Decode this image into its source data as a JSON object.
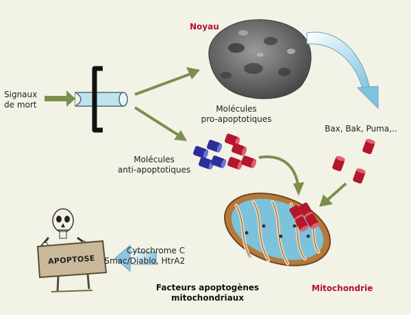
{
  "labels": {
    "signaux_line1": "Signaux",
    "signaux_line2": "de mort",
    "noyau": "Noyau",
    "pro_line1": "Molécules",
    "pro_line2": "pro-apoptotiques",
    "anti_line1": "Molécules",
    "anti_line2": "anti-apoptotiques",
    "bax": "Bax, Bak, Puma,..",
    "cytochrome": "Cytochrome C",
    "smac": "Smac/Diablo, HtrA2",
    "facteurs_line1": "Facteurs apoptogènes",
    "facteurs_line2": "mitochondriaux",
    "mitochondrie": "Mitochondrie",
    "apoptose": "APOPTOSE"
  },
  "colors": {
    "background": "#f2f2e6",
    "arrow_green": "#7a8f4e",
    "arrow_blue": "#a9d4e6",
    "pro_red": "#b3172b",
    "anti_blue": "#2c2f9a",
    "mito_outer": "#b5793a",
    "mito_inner": "#7cc2dd",
    "label_red": "#b5102a"
  }
}
